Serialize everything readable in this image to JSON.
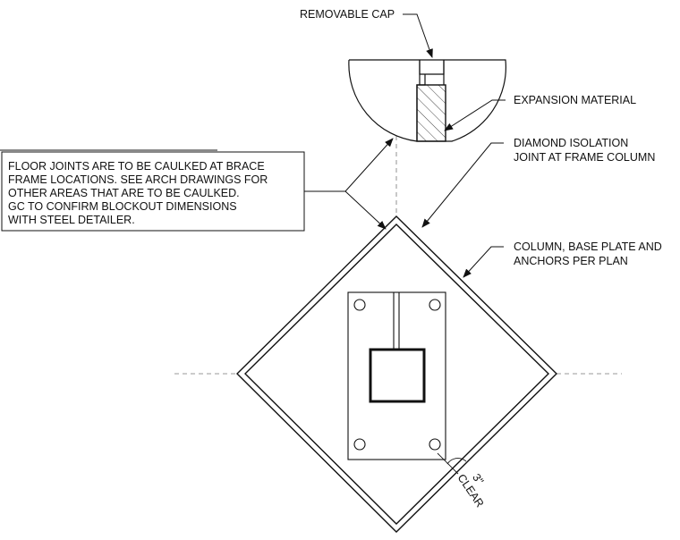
{
  "labels": {
    "removable_cap": "REMOVABLE CAP",
    "expansion_material": "EXPANSION MATERIAL",
    "diamond_isolation": [
      "DIAMOND ISOLATION",
      "JOINT AT FRAME COLUMN"
    ],
    "column_base_plate": [
      "COLUMN, BASE PLATE AND",
      "ANCHORS PER PLAN"
    ],
    "clear_dimension": [
      "3\"",
      "CLEAR"
    ]
  },
  "note": {
    "lines": [
      "FLOOR JOINTS ARE TO BE CAULKED AT BRACE",
      "FRAME LOCATIONS. SEE ARCH DRAWINGS FOR",
      "OTHER AREAS THAT ARE TO BE CAULKED.",
      "GC TO CONFIRM BLOCKOUT DIMENSIONS",
      "WITH STEEL DETAILER."
    ]
  },
  "colors": {
    "line": "#111111",
    "centerline": "#777777",
    "background": "#ffffff"
  }
}
